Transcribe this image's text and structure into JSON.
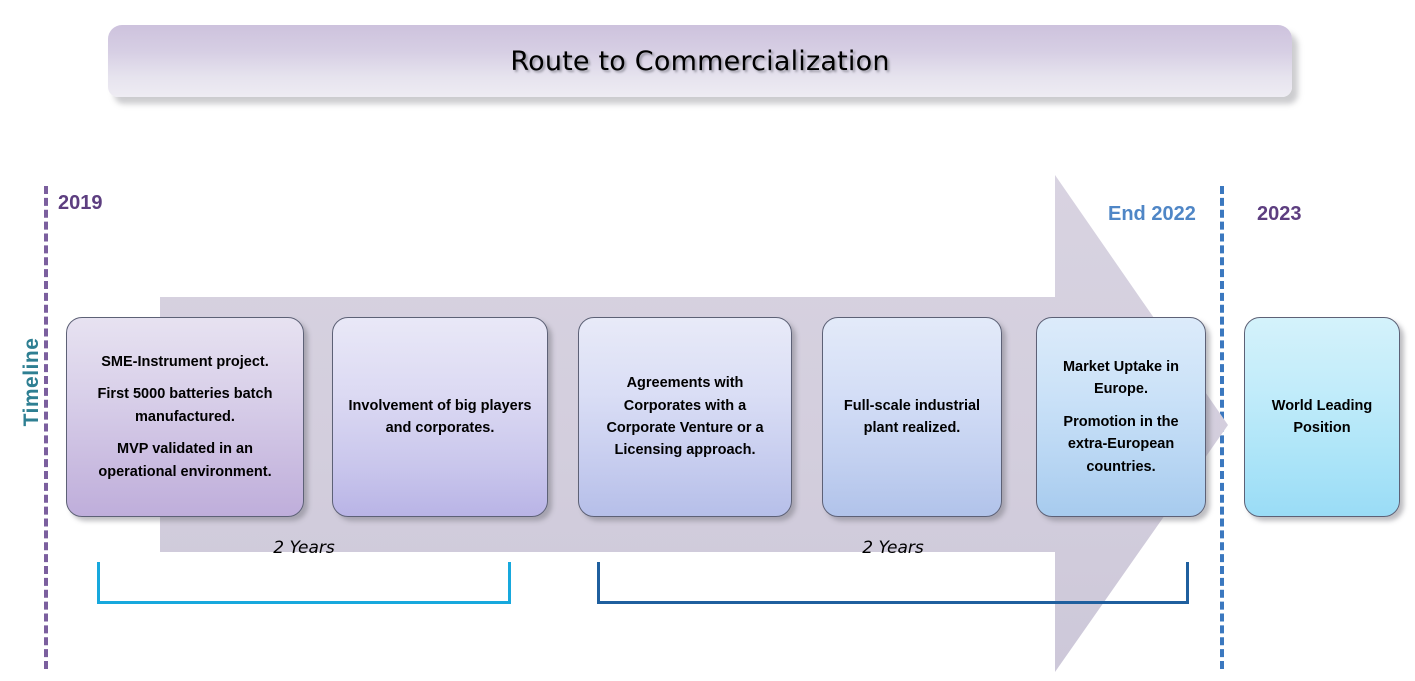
{
  "title": {
    "text": "Route to Commercialization"
  },
  "axis": {
    "vertical_label": "Timeline"
  },
  "markers": [
    {
      "id": "start",
      "label": "2019",
      "color": "#5d3e80"
    },
    {
      "id": "end2022",
      "label": "End 2022",
      "color": "#4f86c6"
    },
    {
      "id": "end2023",
      "label": "2023",
      "color": "#5d3e80"
    }
  ],
  "stages": [
    {
      "id": "sme-instrument",
      "paragraphs": [
        "SME-Instrument project.",
        "First 5000 batteries batch manufactured.",
        "MVP validated in an operational environment."
      ]
    },
    {
      "id": "big-players",
      "paragraphs": [
        "Involvement of big players and corporates."
      ]
    },
    {
      "id": "agreements",
      "paragraphs": [
        "Agreements with Corporates with a Corporate Venture or a Licensing approach."
      ]
    },
    {
      "id": "industrial-plant",
      "paragraphs": [
        "Full-scale industrial plant realized."
      ]
    },
    {
      "id": "market-uptake",
      "paragraphs": [
        "Market Uptake in Europe.",
        "Promotion in the extra-European countries."
      ]
    },
    {
      "id": "world-leading",
      "paragraphs": [
        "World Leading Position"
      ]
    }
  ],
  "durations": [
    {
      "id": "first-span",
      "label": "2 Years",
      "color": "#17a8dd"
    },
    {
      "id": "second-span",
      "label": "2 Years",
      "color": "#1f5f9e"
    }
  ],
  "arrow": {
    "name": "process-arrow",
    "color": "#d4cfdd"
  },
  "chart_data": {
    "type": "timeline",
    "title": "Route to Commercialization",
    "ylabel": "Timeline",
    "axis_markers": [
      "2019",
      "End 2022",
      "2023"
    ],
    "phases": [
      {
        "order": 1,
        "label": "SME-Instrument project. First 5000 batteries batch manufactured. MVP validated in an operational environment."
      },
      {
        "order": 2,
        "label": "Involvement of big players and corporates."
      },
      {
        "order": 3,
        "label": "Agreements with Corporates with a Corporate Venture or a Licensing approach."
      },
      {
        "order": 4,
        "label": "Full-scale industrial plant realized."
      },
      {
        "order": 5,
        "label": "Market Uptake in Europe. Promotion in the extra-European countries."
      },
      {
        "order": 6,
        "label": "World Leading Position"
      }
    ],
    "spans": [
      {
        "label": "2 Years",
        "covers_phases": [
          1,
          2
        ]
      },
      {
        "label": "2 Years",
        "covers_phases": [
          3,
          4,
          5
        ]
      }
    ]
  }
}
